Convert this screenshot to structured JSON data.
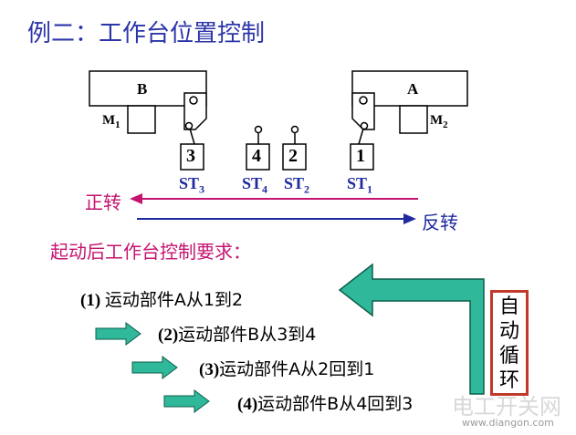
{
  "title": "例二：工作台位置控制",
  "table_b": "B",
  "table_a": "A",
  "motor1": {
    "base": "M",
    "sub": "1"
  },
  "motor2": {
    "base": "M",
    "sub": "2"
  },
  "switch_boxes": [
    "3",
    "4",
    "2",
    "1"
  ],
  "switch_labels": [
    {
      "base": "ST",
      "sub": "3"
    },
    {
      "base": "ST",
      "sub": "4"
    },
    {
      "base": "ST",
      "sub": "2"
    },
    {
      "base": "ST",
      "sub": "1"
    }
  ],
  "forward_label": "正转",
  "reverse_label": "反转",
  "requirements_title": "起动后工作台控制要求：",
  "steps": [
    {
      "num": "(1) ",
      "text": "运动部件A从1到2"
    },
    {
      "num": "(2)",
      "text": "运动部件B从3到4"
    },
    {
      "num": "(3)",
      "text": "运动部件A从2回到1"
    },
    {
      "num": "(4)",
      "text": "运动部件B从4回到3"
    }
  ],
  "auto_cycle": [
    "自",
    "动",
    "循",
    "环"
  ],
  "watermark_text": "电工开关网",
  "watermark_url": "www.diangon.com",
  "colors": {
    "title": "#2c35a8",
    "forward": "#c41470",
    "reverse": "#1f2aa0",
    "arrow_fill": "#2fb89a",
    "arrow_stroke": "#0d5e4a",
    "auto_border": "#c0392b"
  }
}
